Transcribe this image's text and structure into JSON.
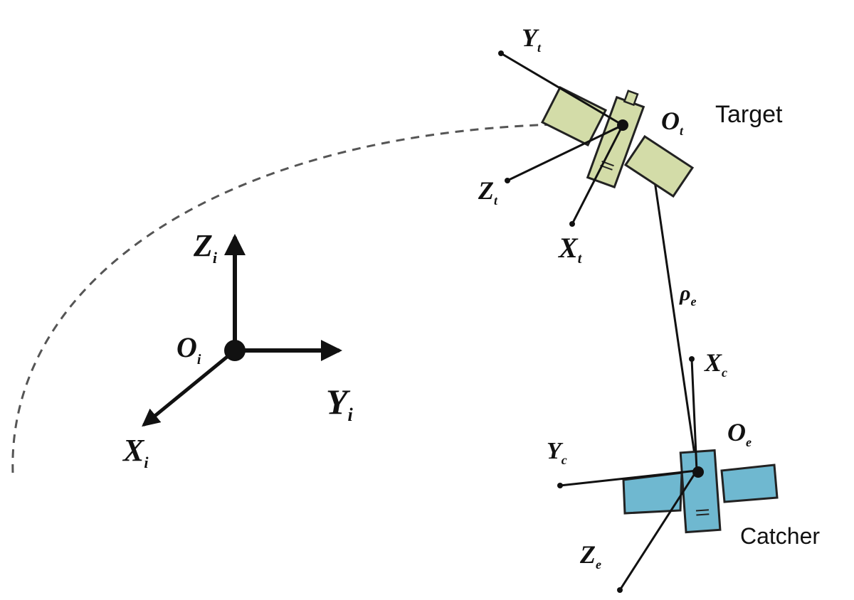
{
  "inertial_frame": {
    "origin": {
      "main": "O",
      "sub": "i"
    },
    "z_axis": {
      "main": "Z",
      "sub": "i"
    },
    "y_axis": {
      "main": "Y",
      "sub": "i"
    },
    "x_axis": {
      "main": "X",
      "sub": "i"
    }
  },
  "target": {
    "name": "Target",
    "origin": {
      "main": "O",
      "sub": "t"
    },
    "y_axis": {
      "main": "Y",
      "sub": "t"
    },
    "z_axis": {
      "main": "Z",
      "sub": "t"
    },
    "x_axis": {
      "main": "X",
      "sub": "t"
    }
  },
  "catcher": {
    "name": "Catcher",
    "origin": {
      "main": "O",
      "sub": "e"
    },
    "x_axis": {
      "main": "X",
      "sub": "c"
    },
    "y_axis": {
      "main": "Y",
      "sub": "c"
    },
    "z_axis": {
      "main": "Z",
      "sub": "e"
    }
  },
  "relative_vector": {
    "main": "ρ",
    "sub": "e"
  },
  "colors": {
    "target_body": "#d3dca8",
    "catcher_body": "#6fb8d0",
    "outline": "#222222",
    "orbit": "#555555"
  }
}
